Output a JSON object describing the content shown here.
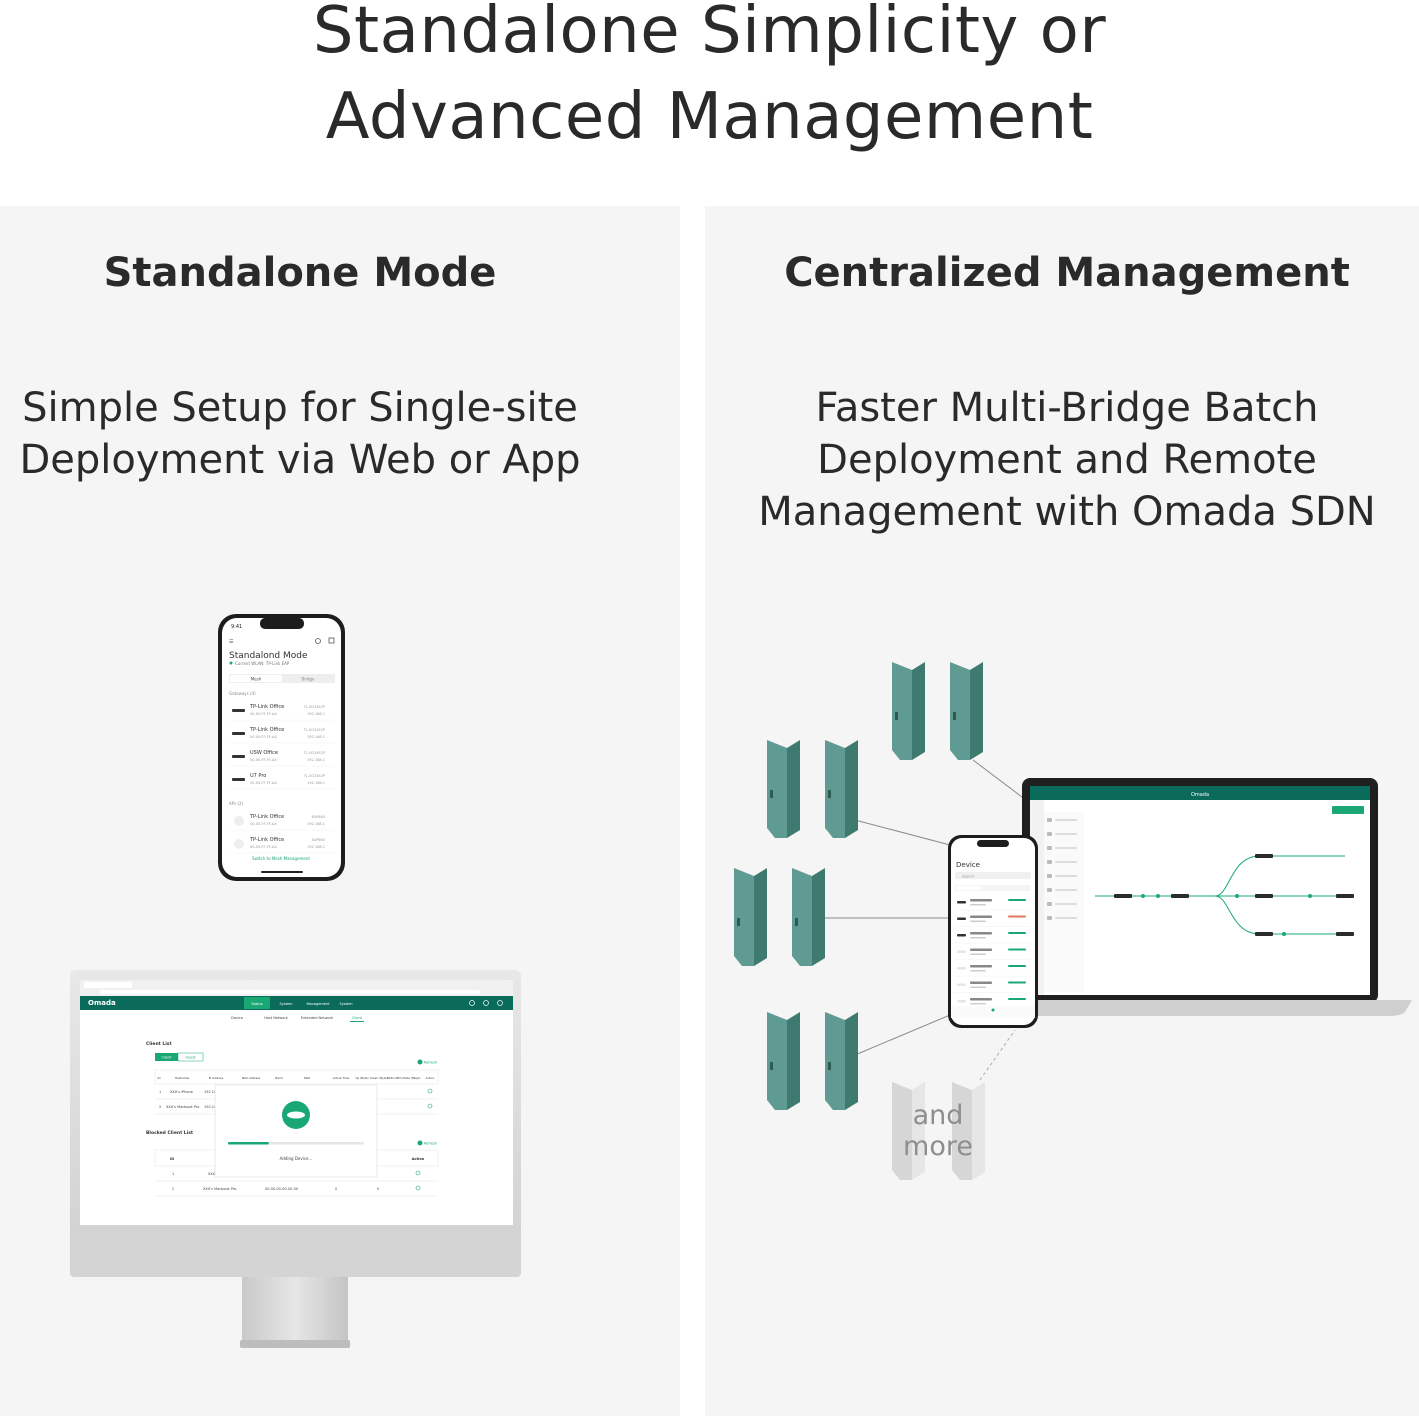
{
  "title": {
    "line1": "Standalone Simplicity or",
    "line2": "Advanced Management"
  },
  "left": {
    "heading": "Standalone Mode",
    "sub_line1": "Simple Setup for Single-site",
    "sub_line2": "Deployment via Web or App",
    "phone": {
      "time": "9:41",
      "title": "Standalond Mode",
      "subtitle": "Current WLAN: TP-Link EAP",
      "tabs": [
        "Mesh",
        "Bridge"
      ],
      "section1": "Gateways (4)",
      "section2": "APs (2)",
      "rows": [
        {
          "name": "TP-Link Office",
          "mac": "00-00-FF-FF-AA",
          "model": "TL-SG3452P",
          "ip": "192.168.1"
        },
        {
          "name": "TP-Link Office",
          "mac": "00-00-FF-FF-AA",
          "model": "TL-SG3452P",
          "ip": "192.168.1"
        },
        {
          "name": "USW Office",
          "mac": "00-00-FF-FF-AA",
          "model": "TL-SG3452P",
          "ip": "192.168.1"
        },
        {
          "name": "U7 Pro",
          "mac": "00-00-FF-FF-AA",
          "model": "TL-SG3452P",
          "ip": "192.168.1"
        },
        {
          "name": "TP-Link Office",
          "mac": "00-00-FF-FF-AA",
          "model": "EAP660",
          "ip": "192.168.1"
        },
        {
          "name": "TP-Link Office",
          "mac": "00-00-FF-FF-AA",
          "model": "EAP660",
          "ip": "192.168.1"
        }
      ],
      "footer_link": "Switch to Mesh Management"
    },
    "monitor": {
      "brand": "Omada",
      "nav": [
        "Status",
        "System",
        "Management",
        "System"
      ],
      "subnav": [
        "Device",
        "Host Network",
        "Extended Network",
        "Client"
      ],
      "client_list": "Client List",
      "blocked_list": "Blocked Client List",
      "tabs": [
        "Client",
        "Guest"
      ],
      "refresh": "Refresh",
      "headers": [
        "ID",
        "Hostname",
        "IP Address",
        "MAC Address",
        "Band",
        "SSID",
        "Active Time",
        "Up (Byte)",
        "Down (Byte)",
        "RSSI (dBm)",
        "Rate (Mbps)",
        "Action"
      ],
      "rows": [
        [
          "1",
          "XXX's iPhone",
          "192.16"
        ],
        [
          "2",
          "XXX's Macbook Pro",
          "192.16"
        ]
      ],
      "blocked_rows": [
        [
          "1",
          "XXX"
        ],
        [
          "2",
          "XXX's Macbook Pro",
          "00-00-00-00-00-00",
          "0",
          "0"
        ]
      ],
      "dialog_text": "Adding Device..."
    }
  },
  "right": {
    "heading": "Centralized Management",
    "sub_line1": "Faster Multi-Bridge Batch",
    "sub_line2": "Deployment and Remote",
    "sub_line3": "Management with Omada SDN",
    "phone_title": "Device",
    "phone_search": "Search",
    "laptop_brand": "Omada",
    "and_more_line1": "and",
    "and_more_line2": "more"
  },
  "colors": {
    "teal": "#5f9b92",
    "teal_dark": "#3f7a71",
    "omada_green": "#0a6b5a",
    "accent_green": "#19a874",
    "panel_bg": "#f5f5f5",
    "gray_device": "#d6d6d6"
  }
}
